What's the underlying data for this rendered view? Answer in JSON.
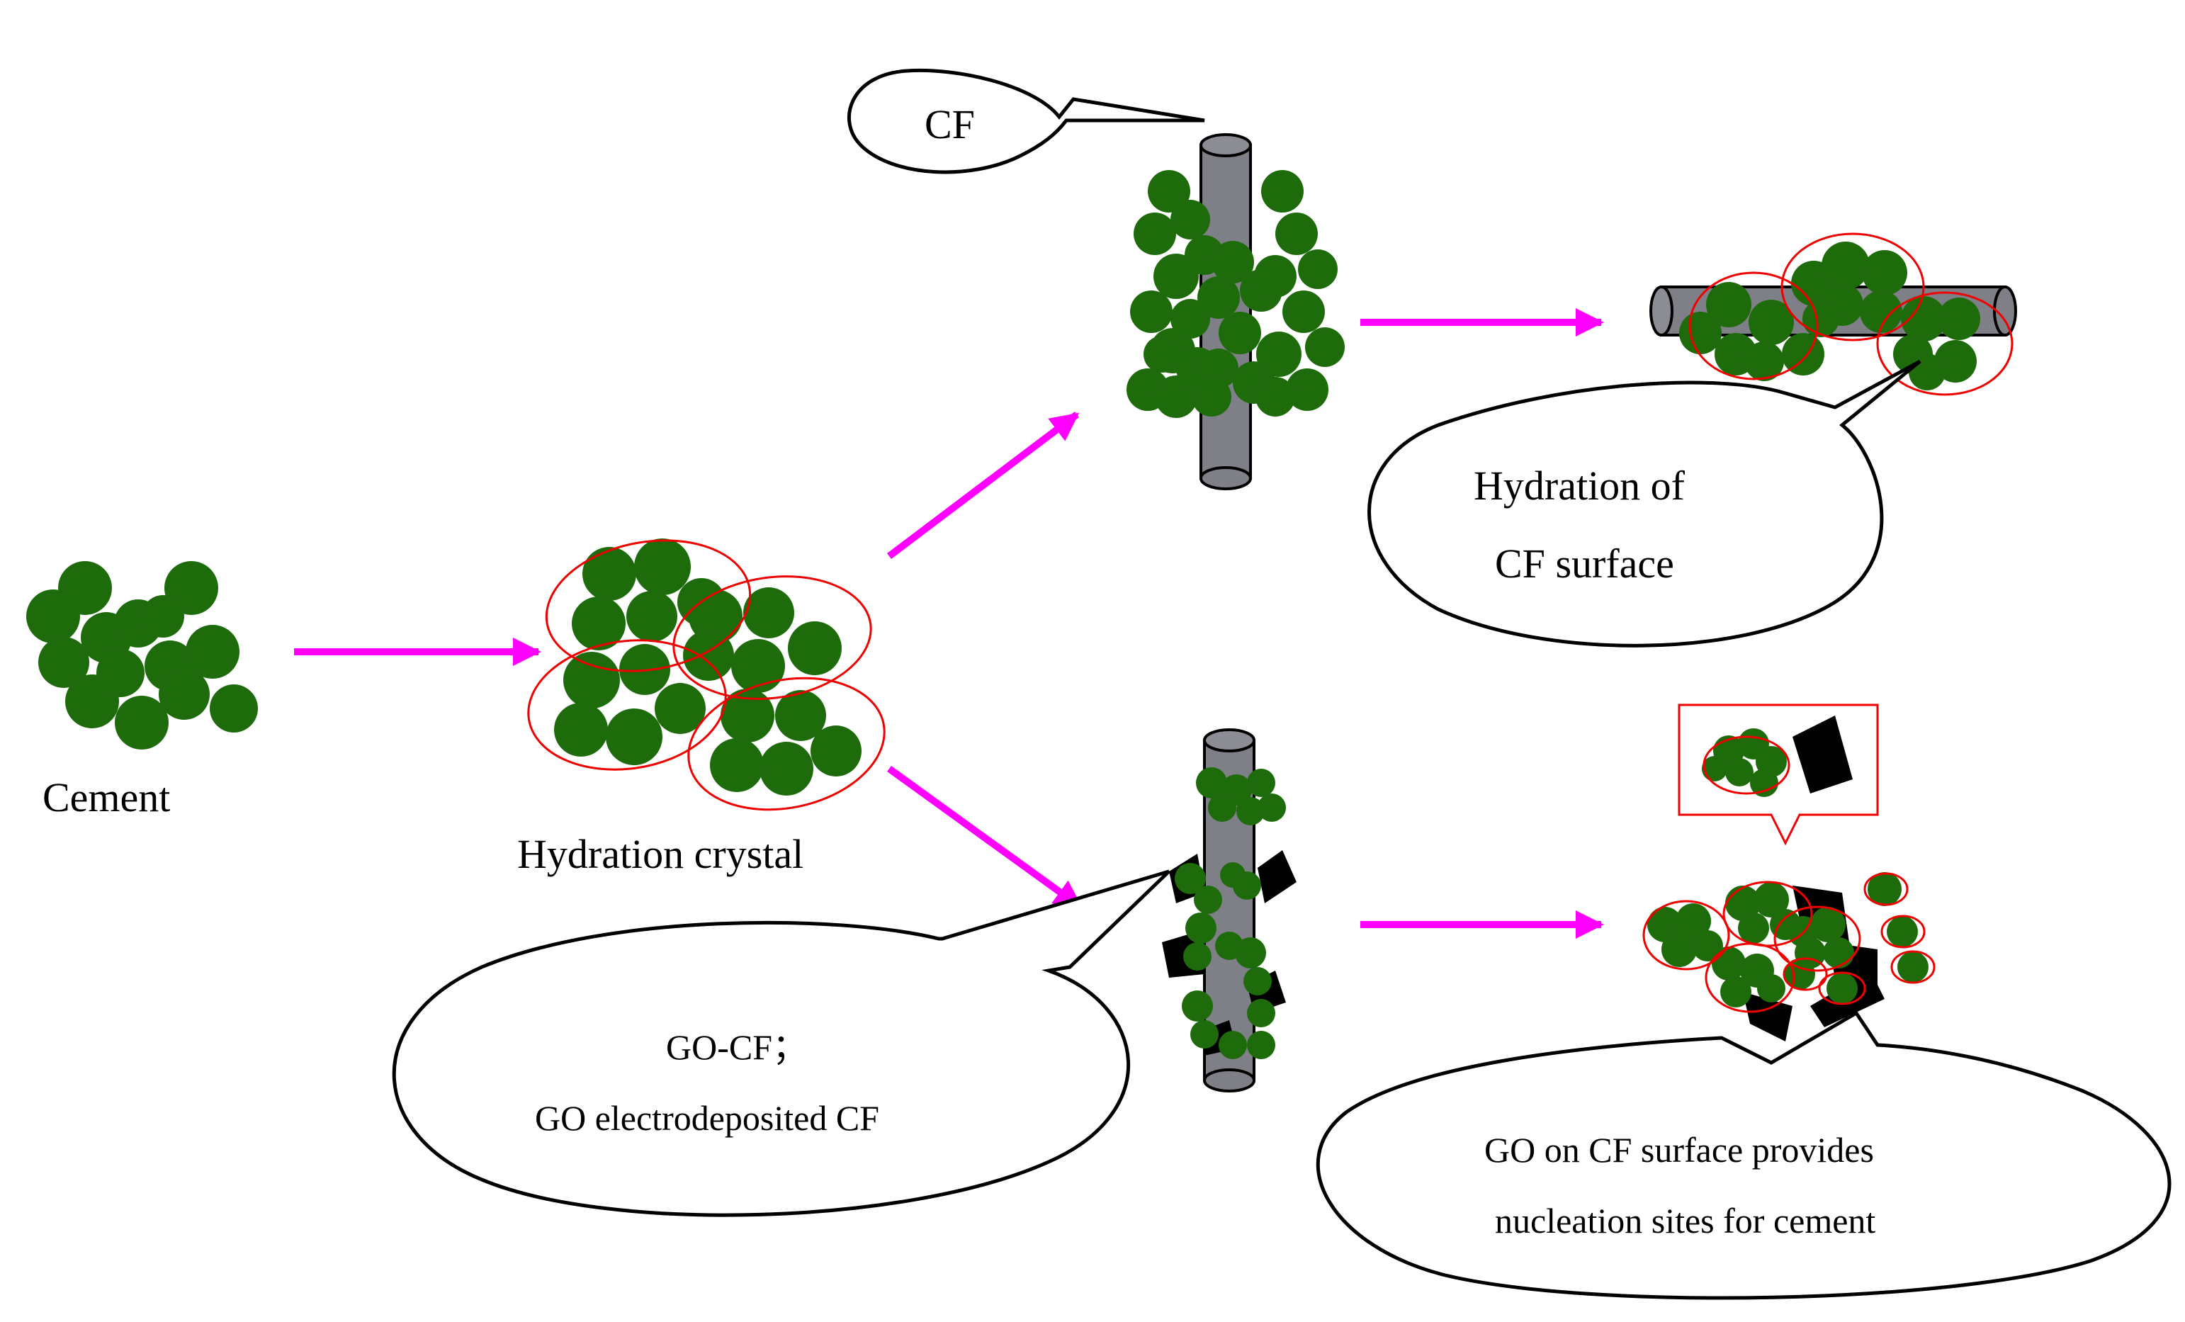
{
  "labels": {
    "cement": "Cement",
    "hydration_crystal": "Hydration crystal",
    "cf_callout": "CF",
    "hydration_cf_line1": "Hydration of",
    "hydration_cf_line2": "CF surface",
    "gocf_line1": "GO-CF；",
    "gocf_line2": "GO electrodeposited CF",
    "nucleation_line1": "GO on CF surface provides",
    "nucleation_line2": "nucleation sites for cement"
  },
  "colors": {
    "cement_green": "#1e6b0c",
    "cluster_outline_red": "#f00000",
    "arrow_magenta": "#ff00ff",
    "fiber_gray": "#7f7f87",
    "go_black": "#000000"
  }
}
